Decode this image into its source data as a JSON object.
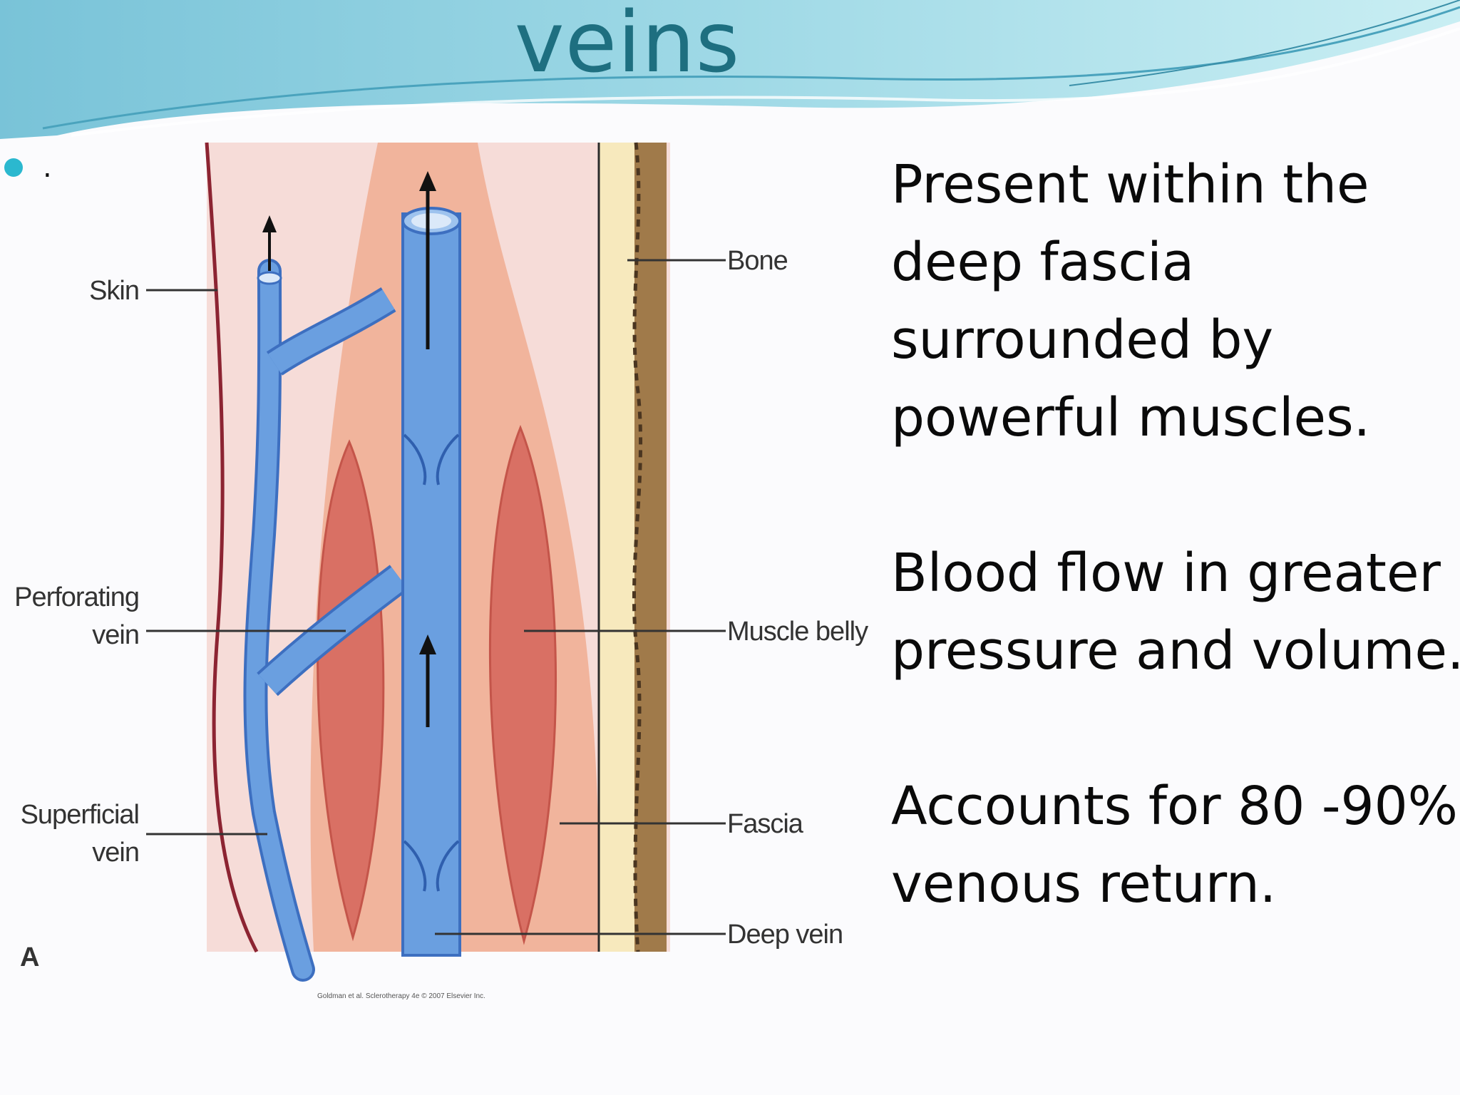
{
  "slide": {
    "title": "veins",
    "bullet_marker": ".",
    "paragraphs": [
      [
        "Present within the",
        "deep fascia",
        "surrounded by",
        "powerful muscles."
      ],
      [
        "Blood flow in greater",
        "pressure and volume."
      ],
      [
        "Accounts for 80 -90%",
        "venous return."
      ]
    ]
  },
  "diagram": {
    "labels": {
      "skin": "Skin",
      "perforating_vein_1": "Perforating",
      "perforating_vein_2": "vein",
      "superficial_vein_1": "Superficial",
      "superficial_vein_2": "vein",
      "bone": "Bone",
      "muscle_belly": "Muscle belly",
      "fascia": "Fascia",
      "deep_vein": "Deep vein",
      "panel": "A"
    },
    "credit": "Goldman et al. Sclerotherapy 4e © 2007 Elsevier Inc."
  },
  "colors": {
    "title": "#1e6f80",
    "bullet": "#2bb8cf",
    "vein": "#5b8fd8",
    "muscle": "#e0826e",
    "skin_tissue": "#f6d9d4",
    "bone": "#f6e7b8"
  }
}
